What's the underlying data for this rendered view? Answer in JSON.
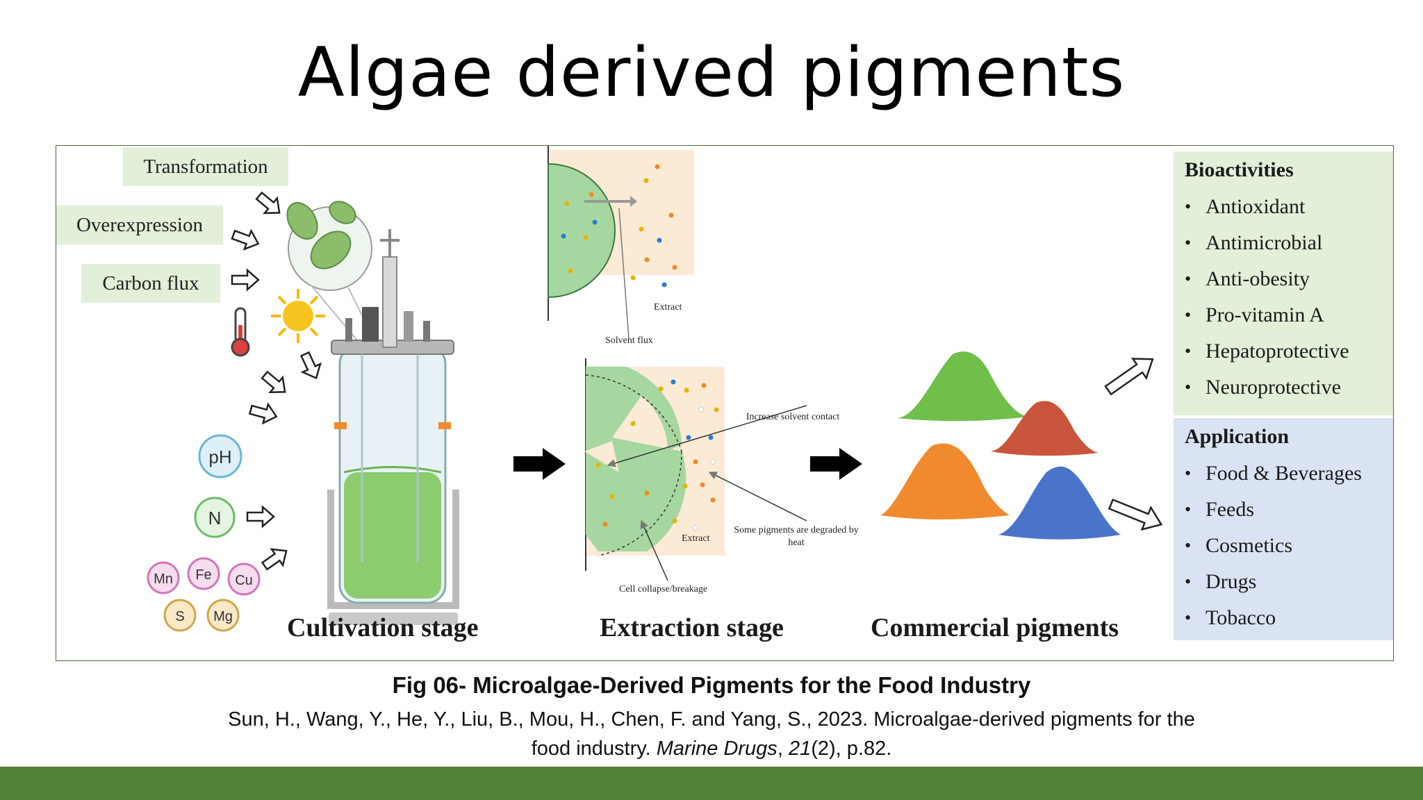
{
  "title": "Algae derived pigments",
  "modifier_labels": [
    "Transformation",
    "Overexpression",
    "Carbon flux"
  ],
  "conditions": {
    "ph": "pH",
    "n": "N",
    "metals": [
      "Mn",
      "Fe",
      "Cu"
    ],
    "other": [
      "S",
      "Mg"
    ]
  },
  "extraction_top": {
    "extract": "Extract",
    "solvent_flux": "Solvent flux"
  },
  "extraction_bottom": {
    "increase_contact": "Increase solvent contact",
    "degraded": "Some pigments are degraded by heat",
    "extract": "Extract",
    "cell_collapse": "Cell collapse/breakage"
  },
  "stages": [
    "Cultivation stage",
    "Extraction stage",
    "Commercial pigments"
  ],
  "bioactivities": {
    "title": "Bioactivities",
    "items": [
      "Antioxidant",
      "Antimicrobial",
      "Anti-obesity",
      "Pro-vitamin A",
      "Hepatoprotective",
      "Neuroprotective"
    ]
  },
  "application": {
    "title": "Application",
    "items": [
      "Food & Beverages",
      "Feeds",
      "Cosmetics",
      "Drugs",
      "Tobacco"
    ]
  },
  "caption": {
    "title": "Fig 06-  Microalgae-Derived Pigments for the Food Industry",
    "ref_line1": "Sun, H., Wang, Y., He, Y., Liu, B., Mou, H., Chen, F. and Yang, S., 2023. Microalgae-derived pigments for the",
    "ref_line2_pre": "food industry. ",
    "journal": "Marine Drugs",
    "sep": ", ",
    "volume": "21",
    "ref_line2_post": "(2), p.82."
  },
  "colors": {
    "box_green": "#e2efd9",
    "panel_green": "#e2efd9",
    "panel_blue": "#dae3f3",
    "footer": "#538135",
    "pigment_green": "#6fbf4a",
    "pigment_red": "#c8553c",
    "pigment_orange": "#ef8a2e",
    "pigment_blue": "#4a74c9"
  }
}
